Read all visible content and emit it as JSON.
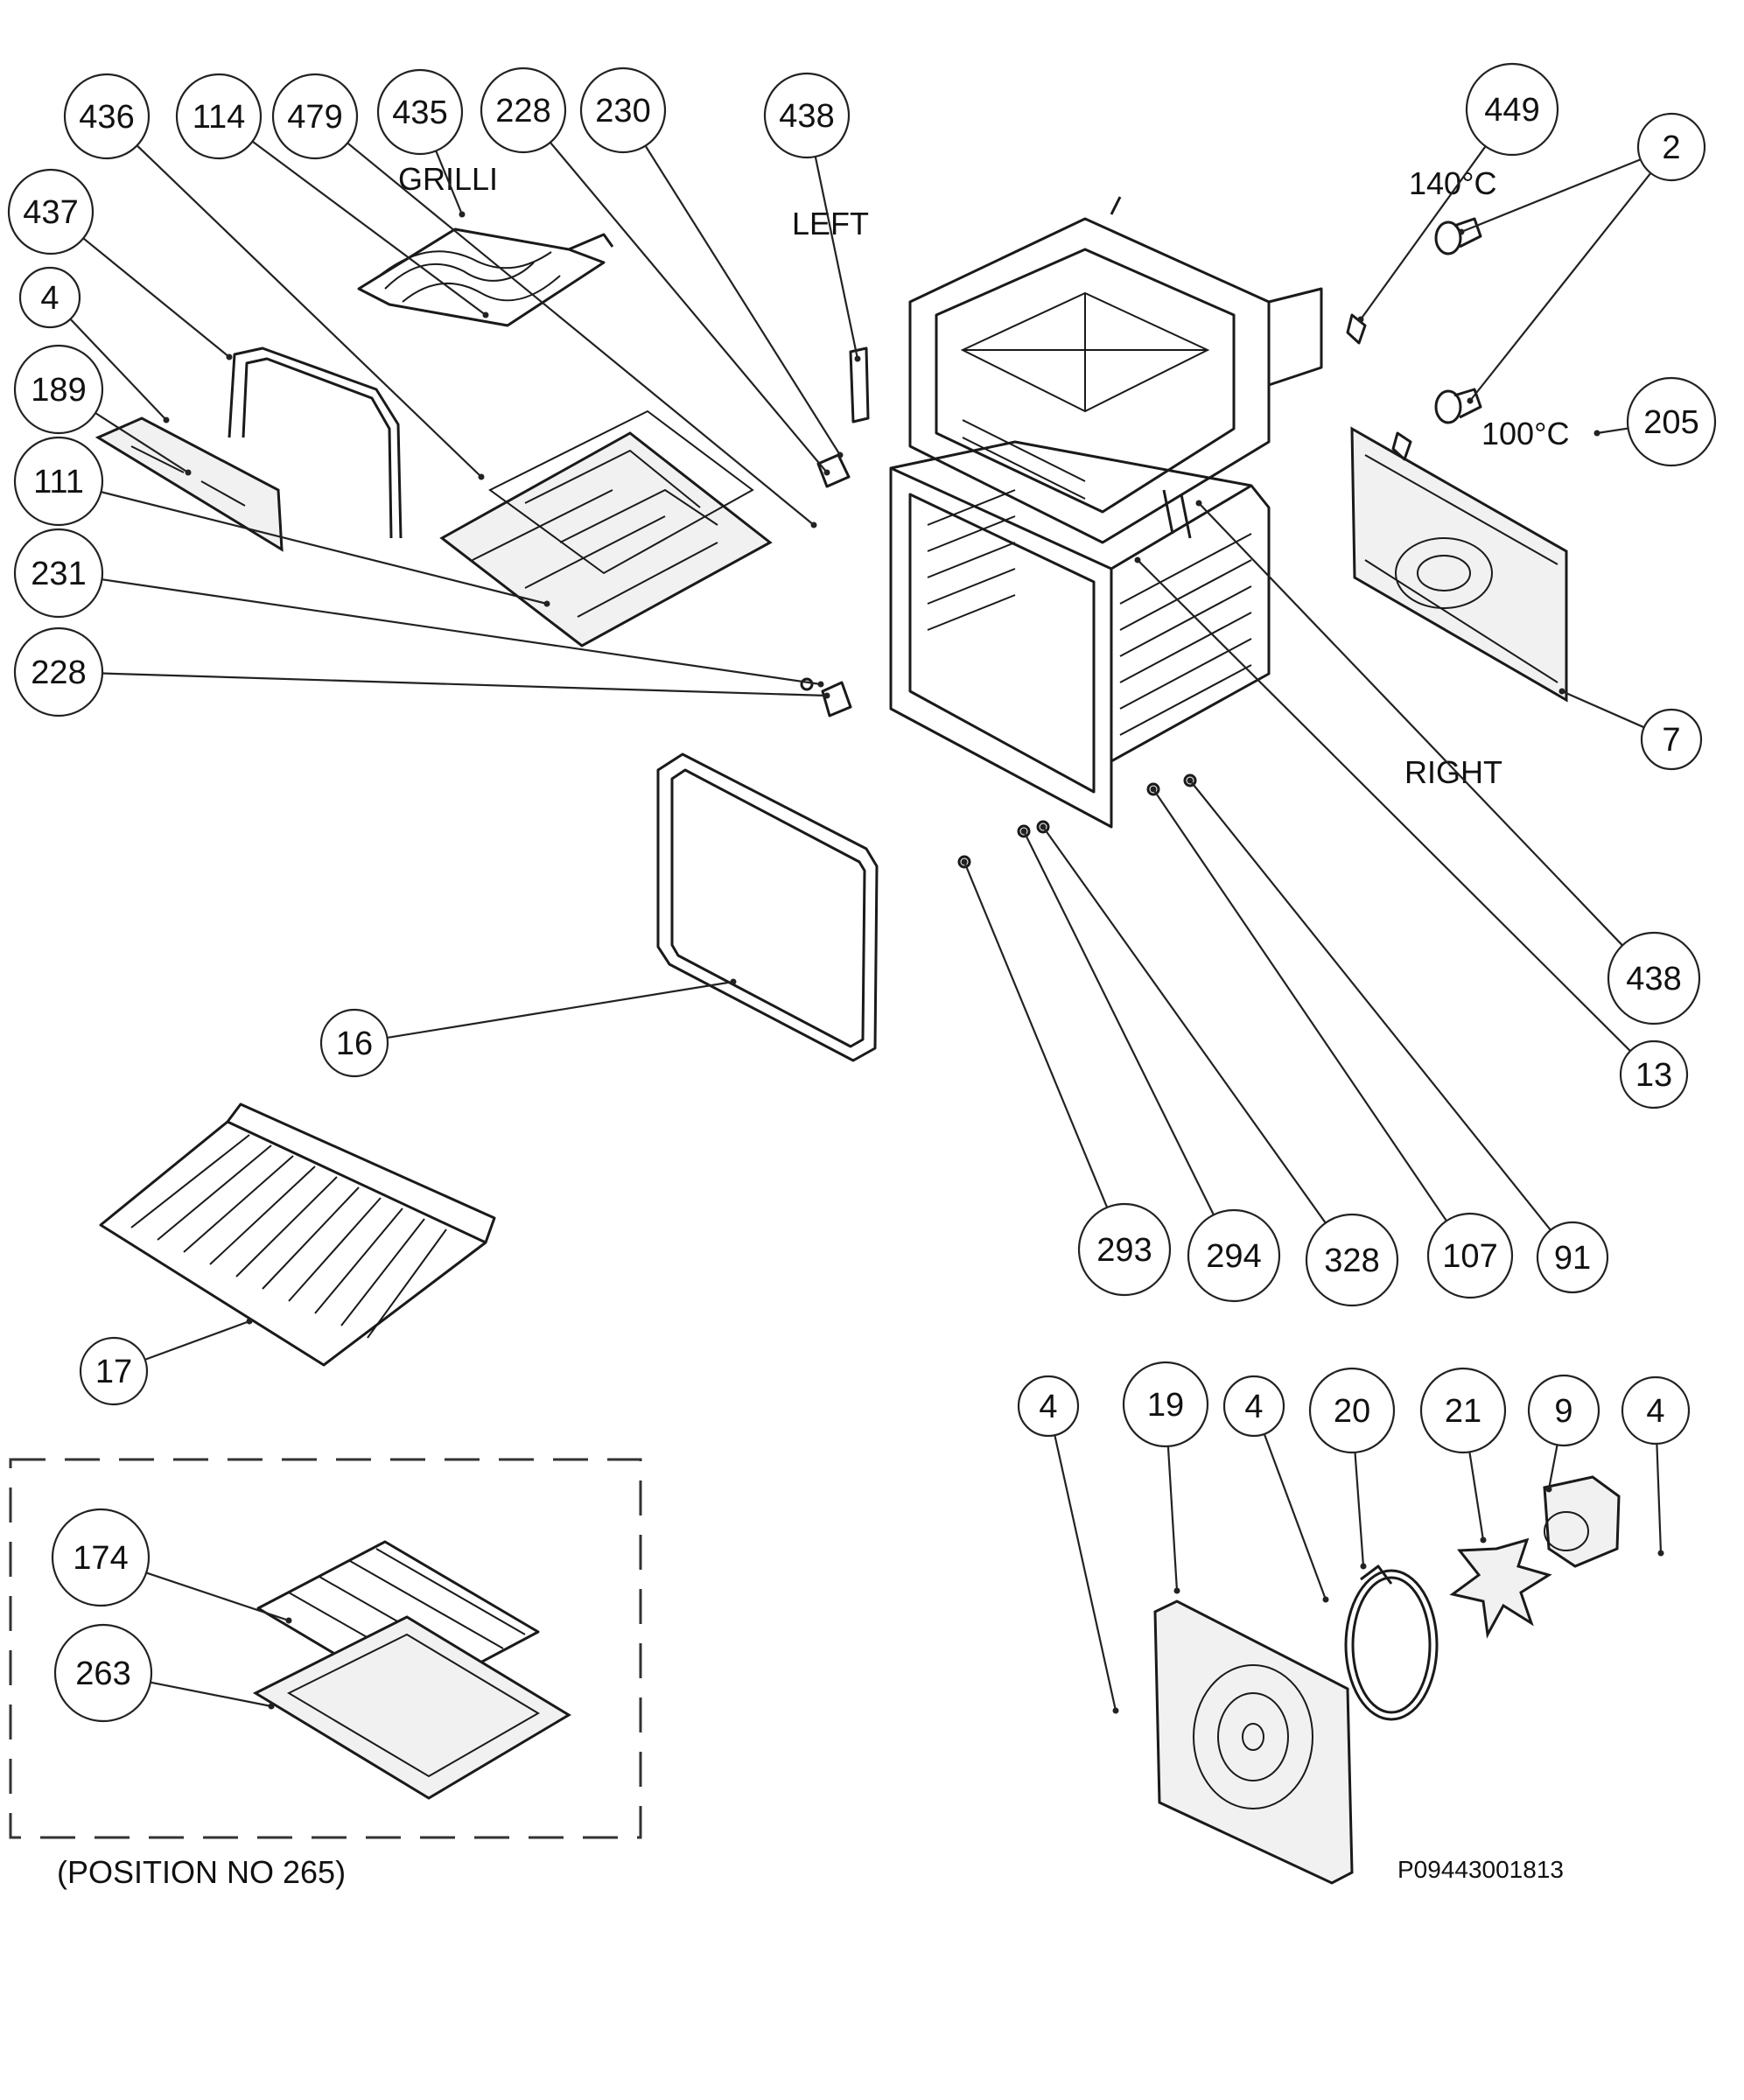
{
  "callouts": [
    {
      "id": "c1",
      "text": "436"
    },
    {
      "id": "c2",
      "text": "114"
    },
    {
      "id": "c3",
      "text": "479"
    },
    {
      "id": "c4",
      "text": "435"
    },
    {
      "id": "c5",
      "text": "228"
    },
    {
      "id": "c6",
      "text": "230"
    },
    {
      "id": "c7",
      "text": "438"
    },
    {
      "id": "c8",
      "text": "449"
    },
    {
      "id": "c9",
      "text": "2"
    },
    {
      "id": "c10",
      "text": "437"
    },
    {
      "id": "c11",
      "text": "4"
    },
    {
      "id": "c12",
      "text": "189"
    },
    {
      "id": "c13",
      "text": "111"
    },
    {
      "id": "c14",
      "text": "231"
    },
    {
      "id": "c15",
      "text": "228"
    },
    {
      "id": "c16",
      "text": "205"
    },
    {
      "id": "c17",
      "text": "7"
    },
    {
      "id": "c18",
      "text": "438"
    },
    {
      "id": "c19",
      "text": "13"
    },
    {
      "id": "c20",
      "text": "16"
    },
    {
      "id": "c21",
      "text": "293"
    },
    {
      "id": "c22",
      "text": "294"
    },
    {
      "id": "c23",
      "text": "328"
    },
    {
      "id": "c24",
      "text": "107"
    },
    {
      "id": "c25",
      "text": "91"
    },
    {
      "id": "c26",
      "text": "17"
    },
    {
      "id": "c27",
      "text": "4"
    },
    {
      "id": "c28",
      "text": "19"
    },
    {
      "id": "c29",
      "text": "4"
    },
    {
      "id": "c30",
      "text": "20"
    },
    {
      "id": "c31",
      "text": "21"
    },
    {
      "id": "c32",
      "text": "9"
    },
    {
      "id": "c33",
      "text": "4"
    },
    {
      "id": "c34",
      "text": "174"
    },
    {
      "id": "c35",
      "text": "263"
    }
  ],
  "labels": {
    "grill": "GRILLI",
    "left": "LEFT",
    "right": "RIGHT",
    "temp_high": "140°C",
    "temp_low": "100°C",
    "position_note": "(POSITION NO 265)",
    "drawing_code": "P09443001813"
  }
}
